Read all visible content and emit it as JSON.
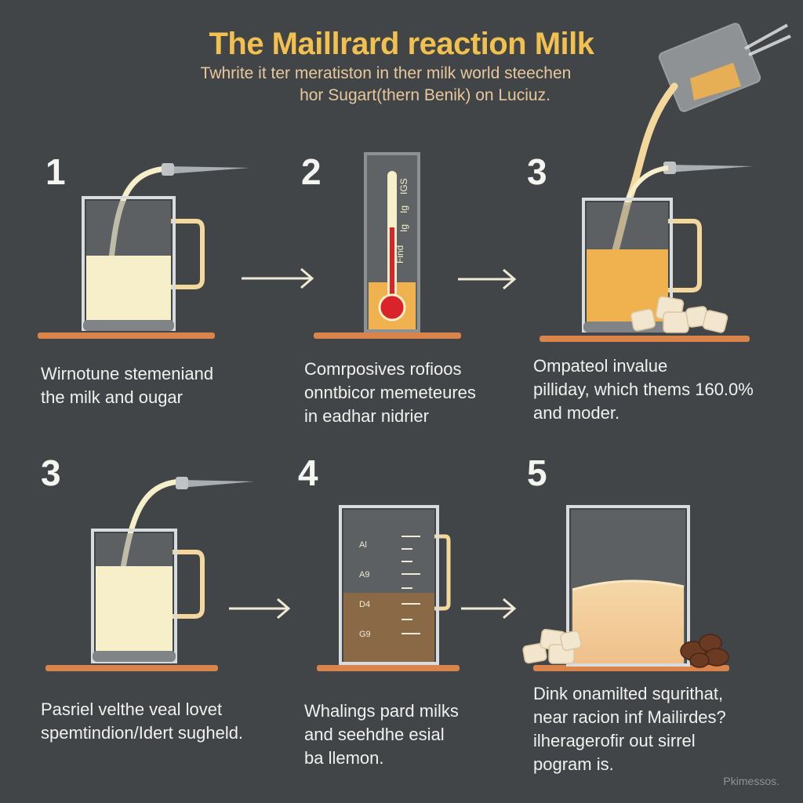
{
  "header": {
    "title": "The Maillrard reaction Milk",
    "subtitle_line1": "Twhrite it ter meratiston in ther milk world steechen",
    "subtitle_line2": "hor Sugart(thern Benik) on Luciuz."
  },
  "steps": [
    {
      "number": "1",
      "caption": [
        "Wirnotune stemeniand",
        "the milk and ougar"
      ]
    },
    {
      "number": "2",
      "caption": [
        "Comrposives rofioos",
        "onntbicor memeteures",
        "in eadhar nidrier"
      ]
    },
    {
      "number": "3",
      "caption": [
        "Ompateol invalue",
        "pilliday, which thems 160.0%",
        "and moder."
      ]
    },
    {
      "number": "3",
      "caption": [
        "Pasriel velthe veal lovet",
        "spemtindion/Idert sugheld."
      ]
    },
    {
      "number": "4",
      "caption": [
        "Whalings pard milks",
        "and seehdhe esial",
        "ba llemon."
      ]
    },
    {
      "number": "5",
      "caption": [
        "Dink onamilted squrithat,",
        "near racion inf Mailirdes?",
        "ilheragerofir out sirrel",
        "pogram is."
      ]
    }
  ],
  "thermometer_labels": [
    "Find",
    "Ig",
    "Ig",
    "IGS"
  ],
  "beaker_labels": [
    "Al",
    "A9",
    "D4",
    "G9"
  ],
  "watermark": "Pkimessos.",
  "colors": {
    "background": "#424548",
    "title": "#f2c04f",
    "milk": "#f6efc9",
    "caramel": "#f0b24e",
    "brown": "#8a6a46",
    "shelf": "#d8844a",
    "arrow": "#f1e9d6",
    "mercury": "#d8242a"
  }
}
